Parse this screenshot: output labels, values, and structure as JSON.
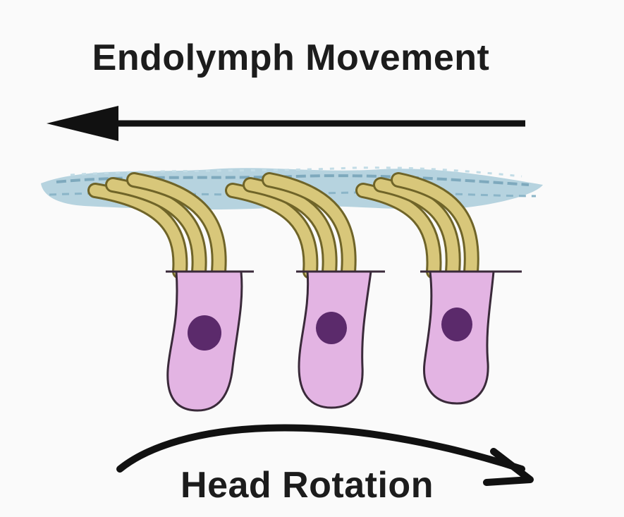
{
  "diagram": {
    "title": "Endolymph Movement",
    "bottom_label": "Head Rotation",
    "colors": {
      "background": "#fafafa",
      "text": "#1c1c1c",
      "arrow": "#111111",
      "cupula": "#9fc3d3",
      "stereocilia": "#c9b86a",
      "stereocilia_outline": "#6f6428",
      "cell_body": "#e3b4e3",
      "cell_outline": "#3a2a3a",
      "nucleus": "#5b2a6b"
    },
    "hair_cells": [
      {
        "name": "hair-cell-1"
      },
      {
        "name": "hair-cell-2"
      },
      {
        "name": "hair-cell-3"
      }
    ]
  }
}
